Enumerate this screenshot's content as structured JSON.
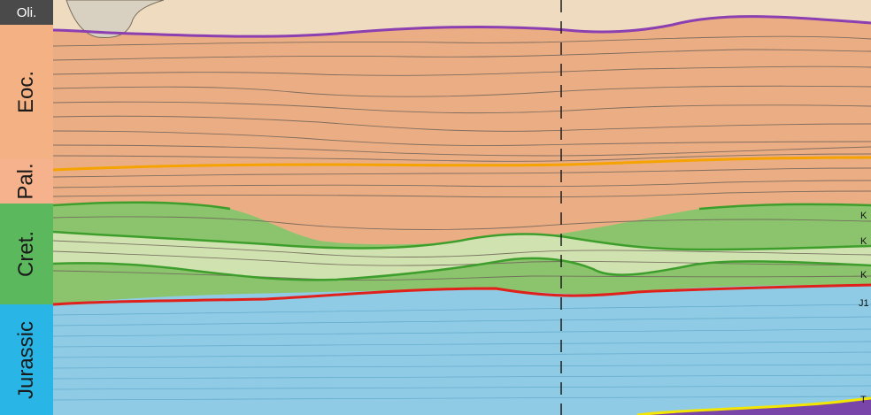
{
  "period_column": {
    "labels": [
      {
        "key": "oli",
        "text": "Oli.",
        "color": "#4a4a4a"
      },
      {
        "key": "eoc",
        "text": "Eoc.",
        "color": "#f4b183"
      },
      {
        "key": "pal",
        "text": "Pal.",
        "color": "#f6b28c"
      },
      {
        "key": "cret",
        "text": "Cret.",
        "color": "#5cb85c"
      },
      {
        "key": "jurassic",
        "text": "Jurassic",
        "color": "#29b6e6"
      }
    ]
  },
  "edge_labels": [
    {
      "key": "k1",
      "text": "K"
    },
    {
      "key": "k2",
      "text": "K"
    },
    {
      "key": "k3",
      "text": "K"
    },
    {
      "key": "j1",
      "text": "J1"
    },
    {
      "key": "t1",
      "text": "T"
    }
  ],
  "colors": {
    "oligocene_fill": "#efdcc0",
    "eocene_paleocene_fill": "#ebad84",
    "cretaceous_dark": "#8cc46e",
    "cretaceous_light": "#cfe2b0",
    "jurassic_fill": "#8fcbe4",
    "triassic_fill": "#7a45a8",
    "purple_horizon": "#8b3fb0",
    "orange_horizon": "#f5a300",
    "green_horizon": "#3e9e2c",
    "red_horizon": "#e0201b",
    "yellow_horizon": "#f3e600"
  }
}
